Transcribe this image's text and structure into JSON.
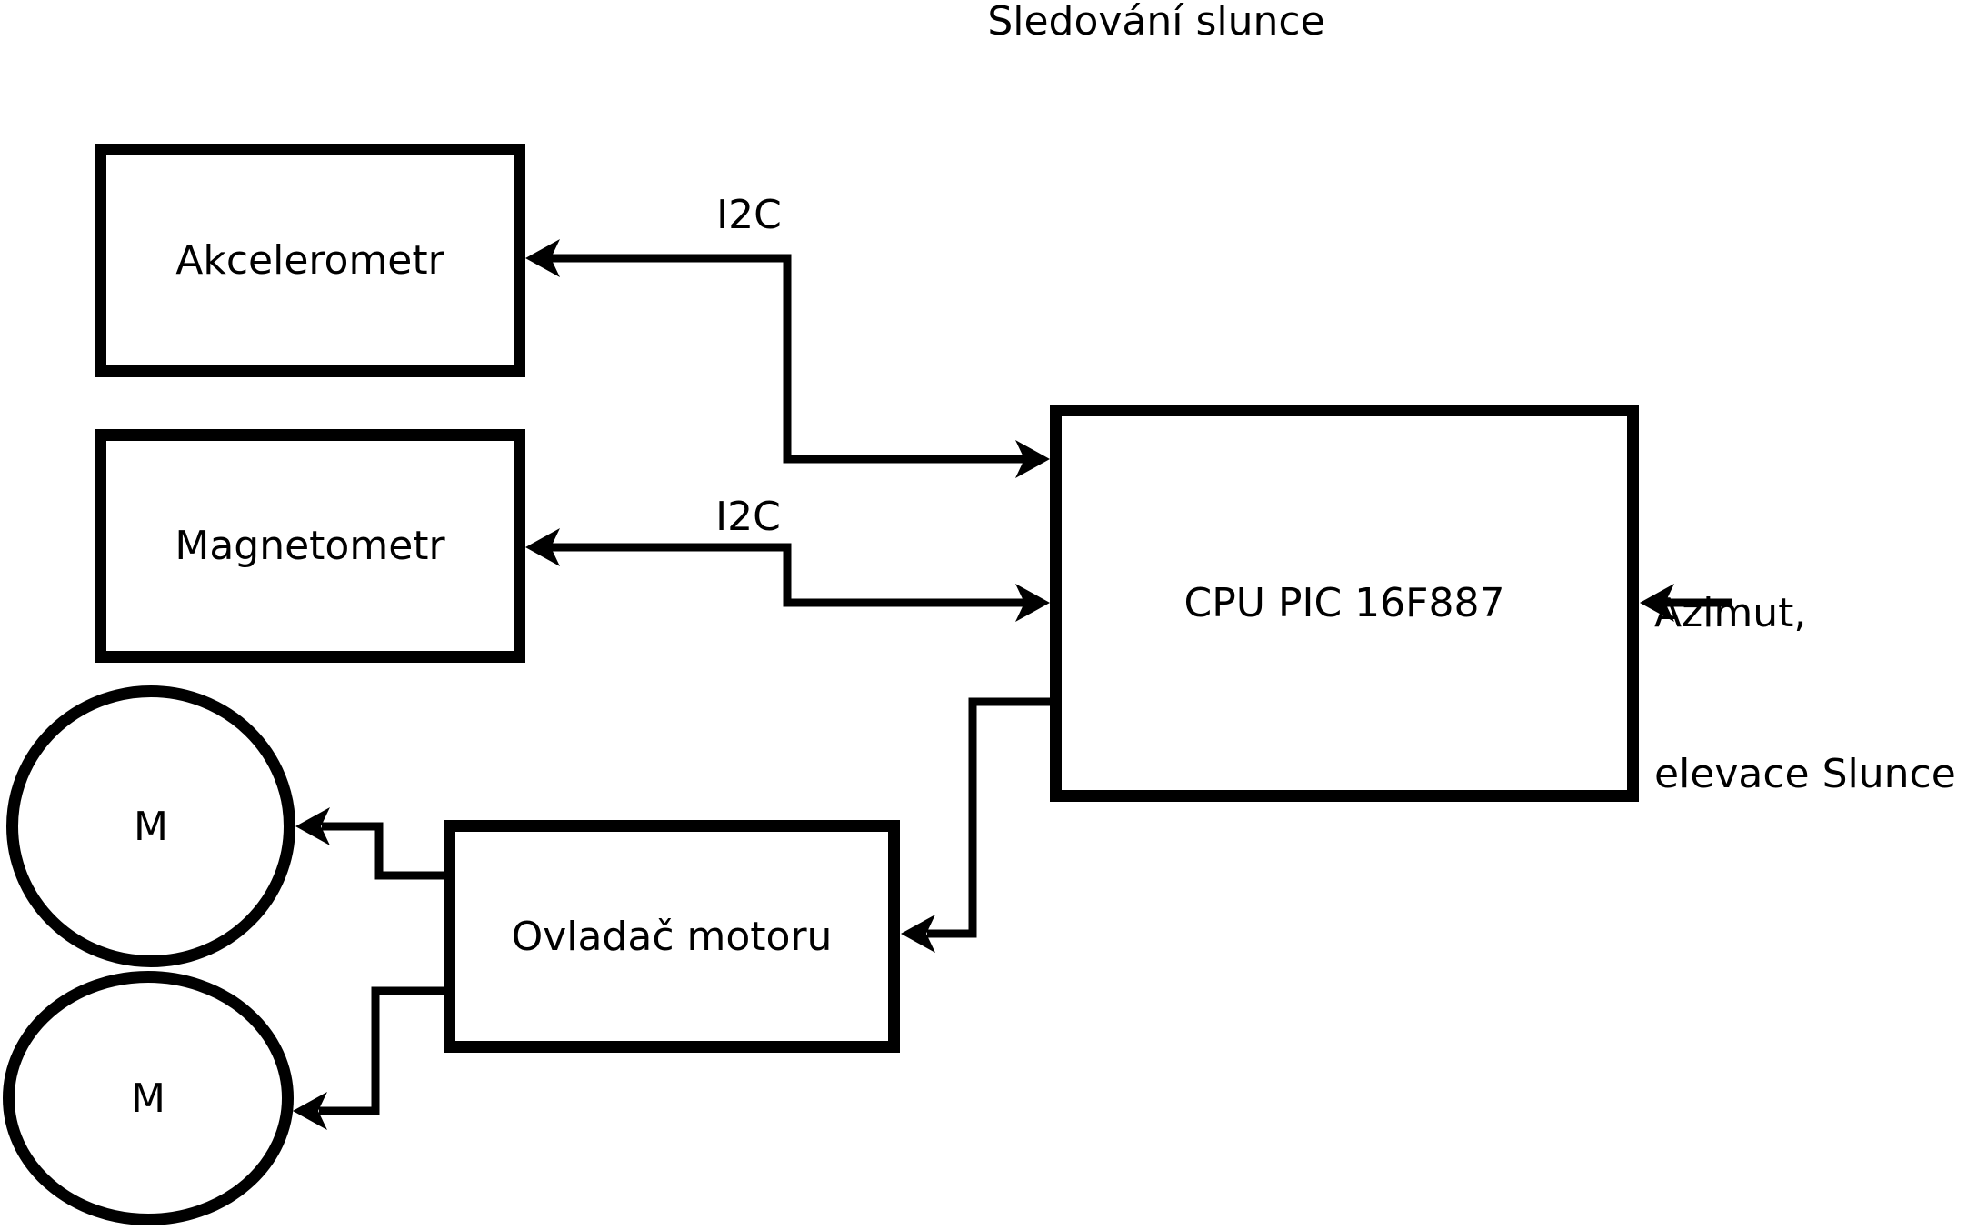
{
  "title": "Sledování slunce",
  "blocks": {
    "akcelerometr": {
      "label": "Akcelerometr"
    },
    "magnetometr": {
      "label": "Magnetometr"
    },
    "cpu": {
      "label": "CPU PIC 16F887"
    },
    "motor_driver": {
      "label": "Ovladač motoru"
    },
    "motor1": {
      "label": "M"
    },
    "motor2": {
      "label": "M"
    }
  },
  "connections": {
    "i2c_akcelerometr": {
      "label": "I2C"
    },
    "i2c_magnetometr": {
      "label": "I2C"
    },
    "sun_input": {
      "line1": "Azimut,",
      "line2": "elevace Slunce"
    }
  },
  "colors": {
    "stroke": "#000000",
    "background": "#ffffff"
  }
}
